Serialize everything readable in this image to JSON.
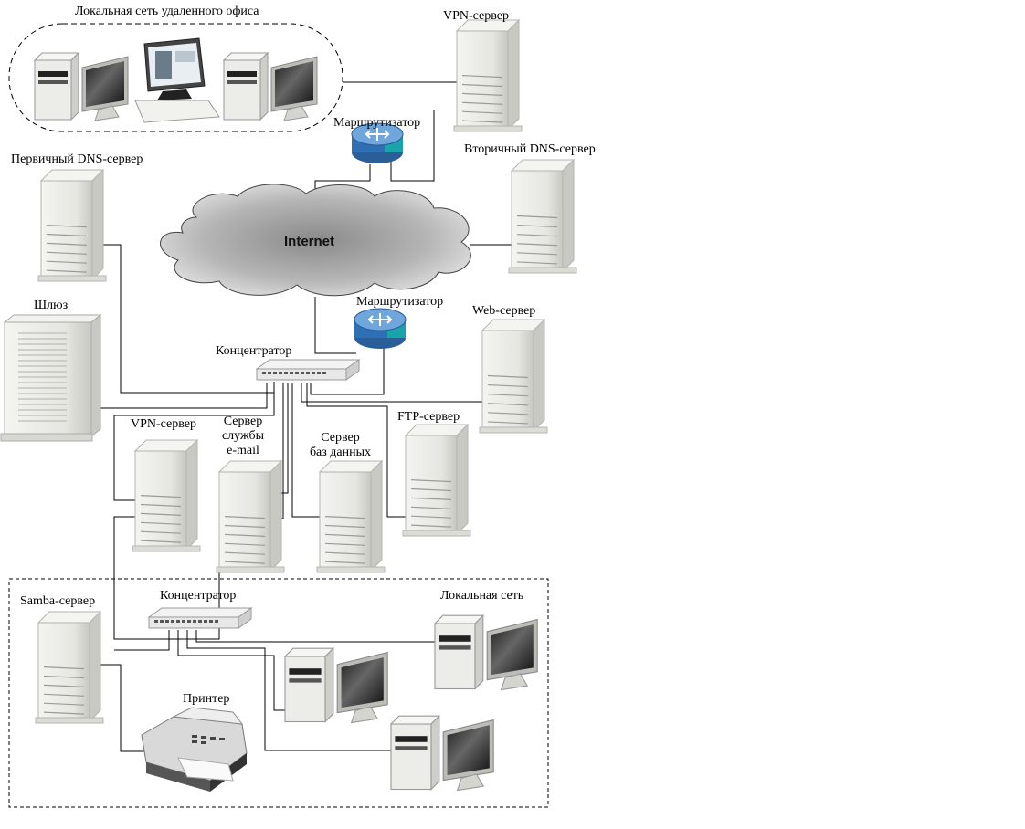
{
  "labels": {
    "remote_office": "Локальная сеть удаленного офиса",
    "vpn_top": "VPN-сервер",
    "router_top": "Маршрутизатор",
    "secondary_dns": "Вторичный DNS-сервер",
    "primary_dns": "Первичный DNS-сервер",
    "internet": "Internet",
    "router_bottom": "Маршрутизатор",
    "web": "Web-сервер",
    "gateway": "Шлюз",
    "hub_main": "Концентратор",
    "vpn_local": "VPN-сервер",
    "mail_1": "Сервер",
    "mail_2": "службы",
    "mail_3": "e-mail",
    "db_1": "Сервер",
    "db_2": "баз данных",
    "ftp": "FTP-сервер",
    "samba": "Samba-сервер",
    "hub_lan": "Концентратор",
    "lan": "Локальная сеть",
    "printer": "Принтер"
  },
  "colors": {
    "router_blue": "#2f6fb3",
    "router_top": "#6fa6dc",
    "router_teal": "#1aa3a8",
    "server_body": "#eeeeea",
    "server_shade": "#c9c9c4",
    "line": "#000000"
  }
}
